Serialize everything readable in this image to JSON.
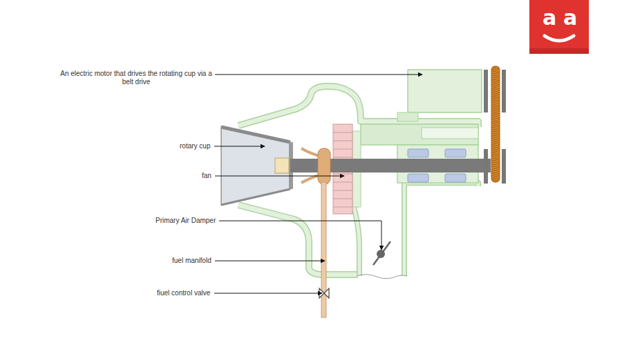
{
  "diagram": {
    "labels": [
      "An electric motor that drives the rotating cup via a belt drive",
      "rotary cup",
      "fan",
      "Primary Air Damper",
      "fuel manifold",
      "fiuel control valve",
      "a",
      "a"
    ]
  }
}
